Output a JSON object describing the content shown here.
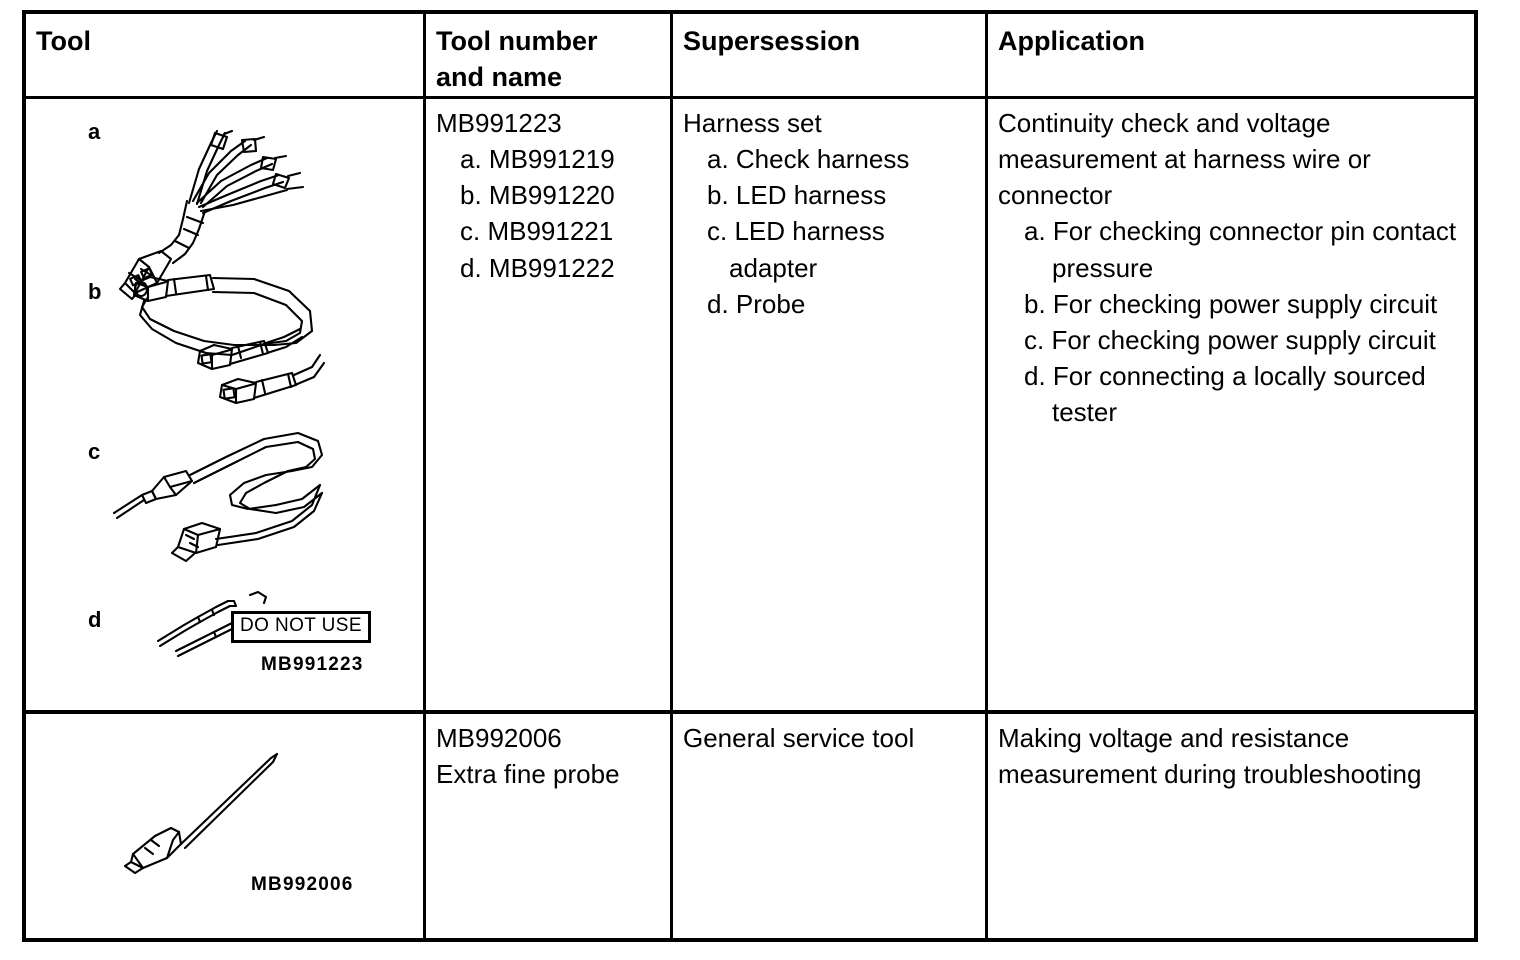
{
  "table": {
    "headers": [
      {
        "key": "tool",
        "label": "Tool"
      },
      {
        "key": "tool_number",
        "label": "Tool number\nand name"
      },
      {
        "key": "supersession",
        "label": "Supersession"
      },
      {
        "key": "application",
        "label": "Application"
      }
    ],
    "rows": [
      {
        "tool_images": {
          "items": [
            {
              "label": "a",
              "name": "check-harness-illustration"
            },
            {
              "label": "b",
              "name": "led-harness-illustration"
            },
            {
              "label": "c",
              "name": "led-harness-adapter-illustration"
            },
            {
              "label": "d",
              "name": "probe-illustration"
            }
          ],
          "warning_label": "DO NOT USE",
          "caption": "MB991223"
        },
        "tool_number": {
          "main": "MB991223",
          "items": [
            "a. MB991219",
            "b. MB991220",
            "c. MB991221",
            "d. MB991222"
          ]
        },
        "supersession": {
          "main": "Harness set",
          "items": [
            "a. Check harness",
            "b. LED harness",
            "c. LED harness\n     adapter",
            "d. Probe"
          ]
        },
        "application": {
          "main": "Continuity check and voltage measurement at harness wire or connector",
          "items": [
            "a. For checking connector pin contact pressure",
            "b. For checking power supply circuit",
            "c. For checking power supply circuit",
            "d. For connecting a locally sourced tester"
          ]
        }
      },
      {
        "tool_images": {
          "items": [
            {
              "label": "",
              "name": "extra-fine-probe-illustration"
            }
          ],
          "caption": "MB992006"
        },
        "tool_number": {
          "main": "MB992006\nExtra fine probe",
          "items": []
        },
        "supersession": {
          "main": "General service tool",
          "items": []
        },
        "application": {
          "main": "Making voltage and resistance measurement during troubleshooting",
          "items": []
        }
      }
    ]
  },
  "colors": {
    "ink": "#000000",
    "paper": "#ffffff"
  }
}
